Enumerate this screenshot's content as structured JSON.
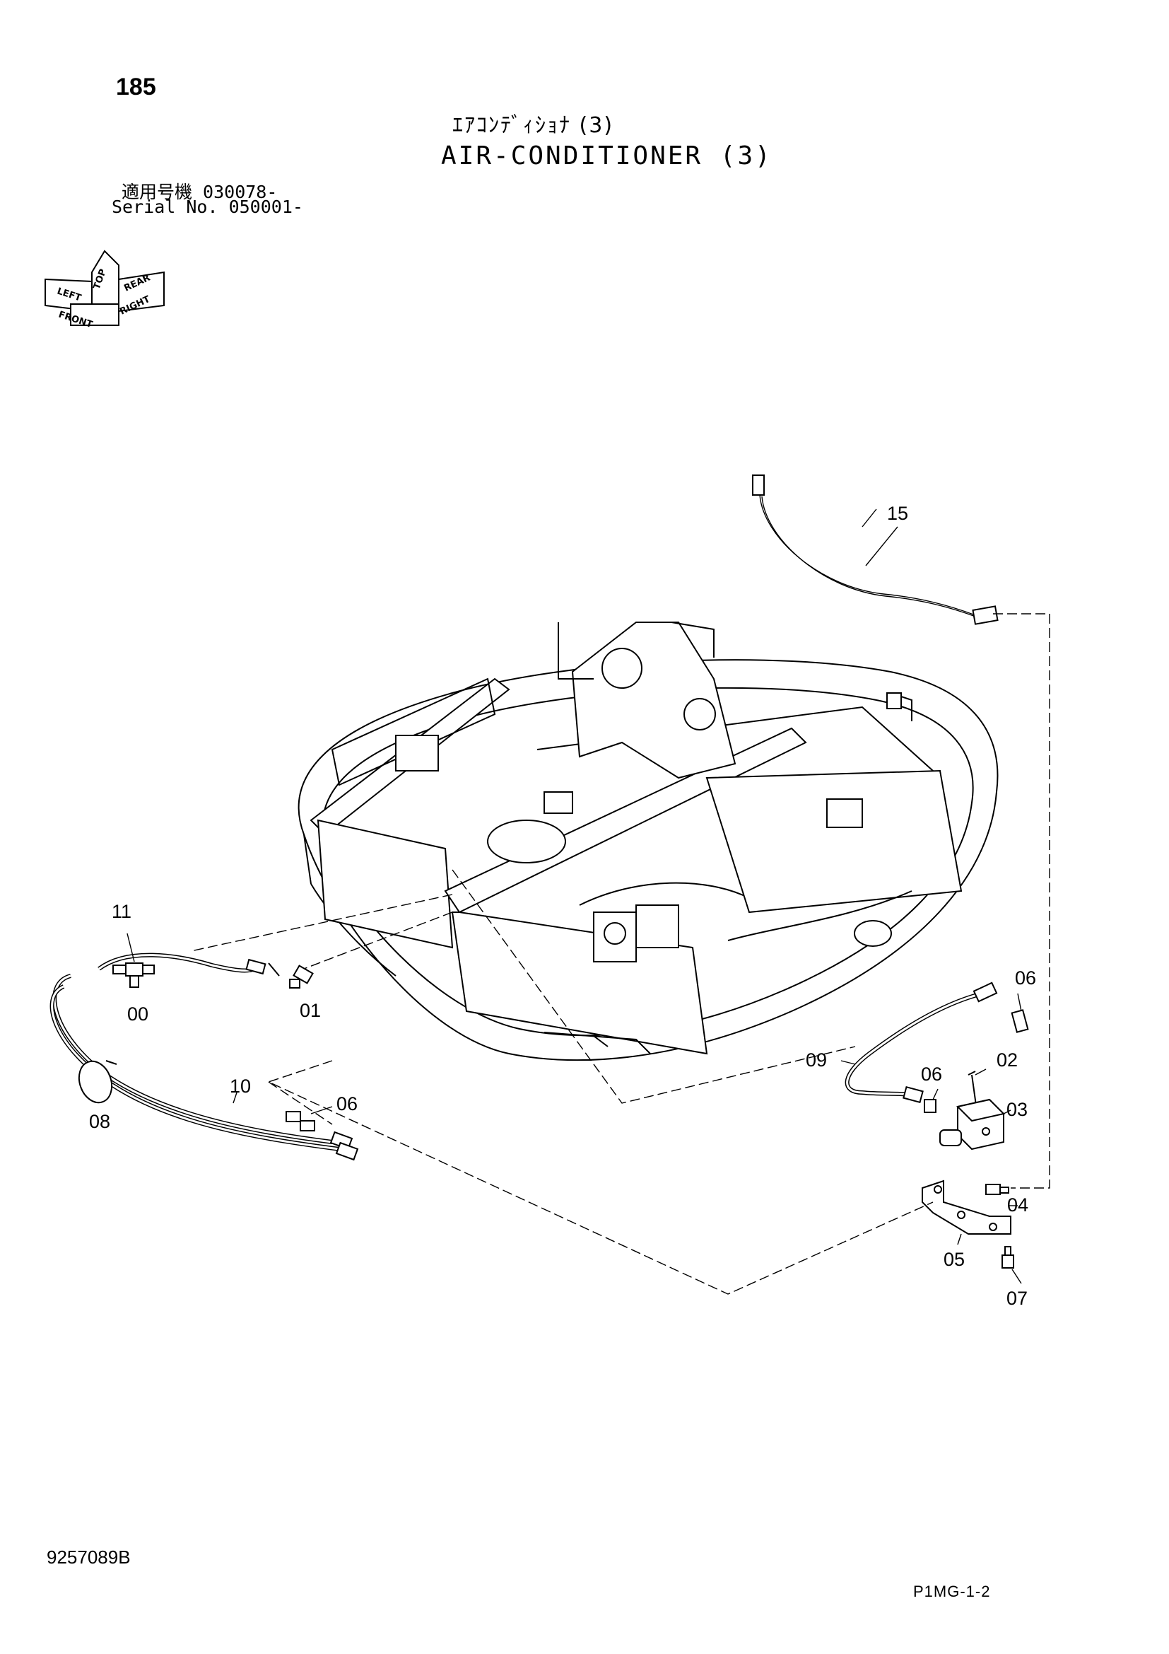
{
  "header": {
    "page_number": "185",
    "title_jp": "ｴｱｺﾝﾃﾞｨｼｮﾅ (3)",
    "title_en": "AIR-CONDITIONER (3)",
    "serial_jp": "適用号機  030078-",
    "serial_en": "Serial No. 050001-"
  },
  "orientation_indicator": {
    "icon": "orientation-arrows-icon",
    "labels": [
      "TOP",
      "FRONT",
      "RIGHT",
      "LEFT",
      "REAR"
    ]
  },
  "callouts": [
    "15",
    "11",
    "00",
    "01",
    "06",
    "02",
    "09",
    "06",
    "03",
    "10",
    "06",
    "08",
    "04",
    "05",
    "07"
  ],
  "footer": {
    "doc_code": "9257089B",
    "page_code": "P1MG-1-2"
  }
}
